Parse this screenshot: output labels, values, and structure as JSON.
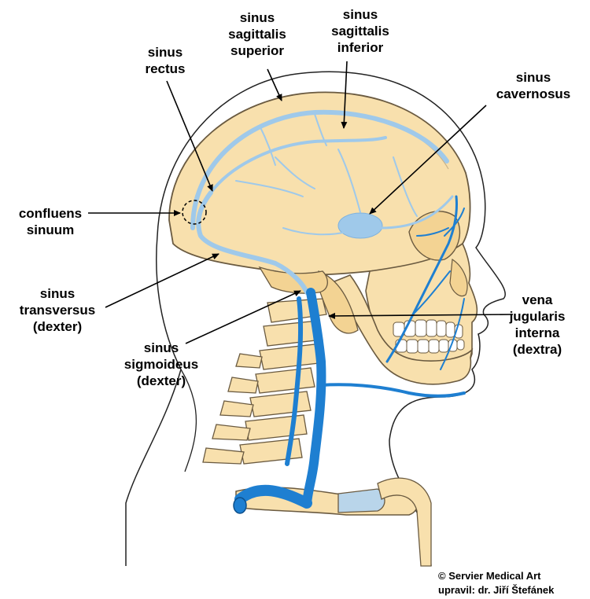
{
  "labels": {
    "sinus_sagittalis_superior": [
      "sinus",
      "sagittalis",
      "superior"
    ],
    "sinus_sagittalis_inferior": [
      "sinus",
      "sagittalis",
      "inferior"
    ],
    "sinus_rectus": [
      "sinus",
      "rectus"
    ],
    "sinus_cavernosus": [
      "sinus",
      "cavernosus"
    ],
    "confluens_sinuum": [
      "confluens",
      "sinuum"
    ],
    "sinus_transversus": [
      "sinus",
      "transversus",
      "(dexter)"
    ],
    "sinus_sigmoideus": [
      "sinus",
      "sigmoideus",
      "(dexter)"
    ],
    "vena_jugularis": [
      "vena",
      "jugularis",
      "interna",
      "(dextra)"
    ]
  },
  "credit": [
    "© Servier Medical Art",
    "upravil: dr. Jiří Štefánek"
  ],
  "colors": {
    "bone": "#f8e0ad",
    "bone_outline": "#6a5a40",
    "vein": "#1e7fd1",
    "vein_light": "#9fc9ea",
    "cartilage": "#b9d5ea"
  }
}
